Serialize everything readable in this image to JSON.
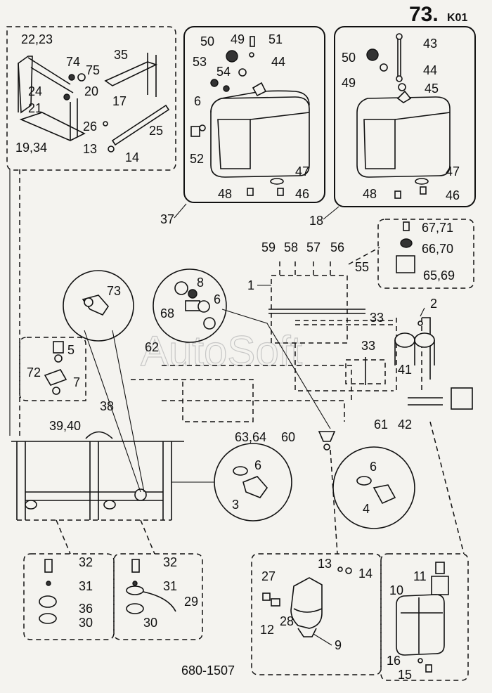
{
  "page": {
    "number": "73.",
    "suffix": "K01",
    "drawing_number": "680-1507",
    "watermark": "AutoSoft"
  },
  "callouts": {
    "bracket_group": [
      "22,23",
      "74",
      "75",
      "35",
      "24",
      "20",
      "21",
      "17",
      "26",
      "25",
      "19,34",
      "13",
      "14"
    ],
    "tank_left": [
      "50",
      "49",
      "51",
      "53",
      "54",
      "44",
      "6",
      "52",
      "47",
      "48",
      "46",
      "37"
    ],
    "tank_right": [
      "50",
      "43",
      "49",
      "44",
      "45",
      "47",
      "48",
      "46",
      "18"
    ],
    "fittings_top_right": [
      "67,71",
      "66,70",
      "65,69",
      "55"
    ],
    "lines": [
      "59",
      "58",
      "57",
      "56",
      "1",
      "33",
      "2",
      "33",
      "41",
      "42",
      "61",
      "60",
      "63,64",
      "62",
      "38",
      "39,40"
    ],
    "detail_73": [
      "73"
    ],
    "detail_8": [
      "8",
      "6",
      "68"
    ],
    "detail_5": [
      "5",
      "72",
      "7"
    ],
    "detail_3": [
      "6",
      "3"
    ],
    "detail_4": [
      "6",
      "4"
    ],
    "bottom_left_a": [
      "32",
      "31",
      "36",
      "30"
    ],
    "bottom_left_b": [
      "32",
      "31",
      "29",
      "30"
    ],
    "filter_group": [
      "13",
      "14",
      "27",
      "12",
      "28",
      "9"
    ],
    "prefilter_group": [
      "11",
      "10",
      "16",
      "15"
    ]
  }
}
